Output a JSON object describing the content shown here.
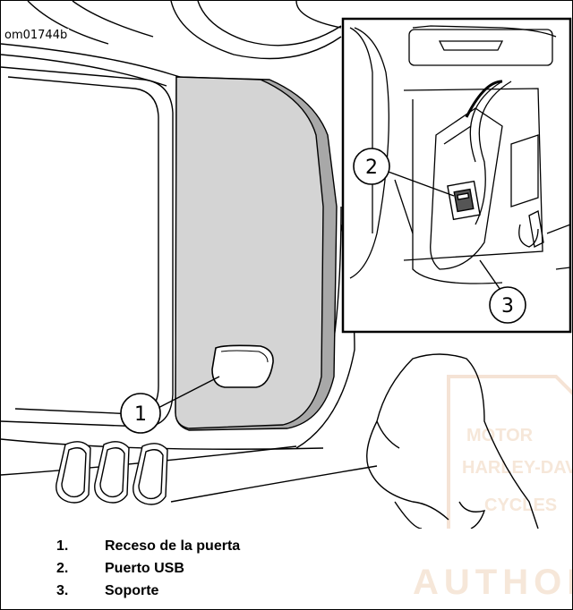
{
  "figure": {
    "id_label": "om01744b",
    "callouts": [
      "1",
      "2",
      "3"
    ]
  },
  "legend": [
    {
      "number": "1.",
      "text": "Receso de la puerta"
    },
    {
      "number": "2.",
      "text": "Puerto USB"
    },
    {
      "number": "3.",
      "text": "Soporte"
    }
  ],
  "watermark": {
    "line1": "MOTOR",
    "line2": "HARLEY-DAV",
    "line3": "CYCLES",
    "line4": "AUTHOR"
  },
  "colors": {
    "door_fill": "#d4d4d4",
    "door_shadow": "#a8a8a8",
    "line": "#000000",
    "watermark": "#f6e7d9"
  }
}
